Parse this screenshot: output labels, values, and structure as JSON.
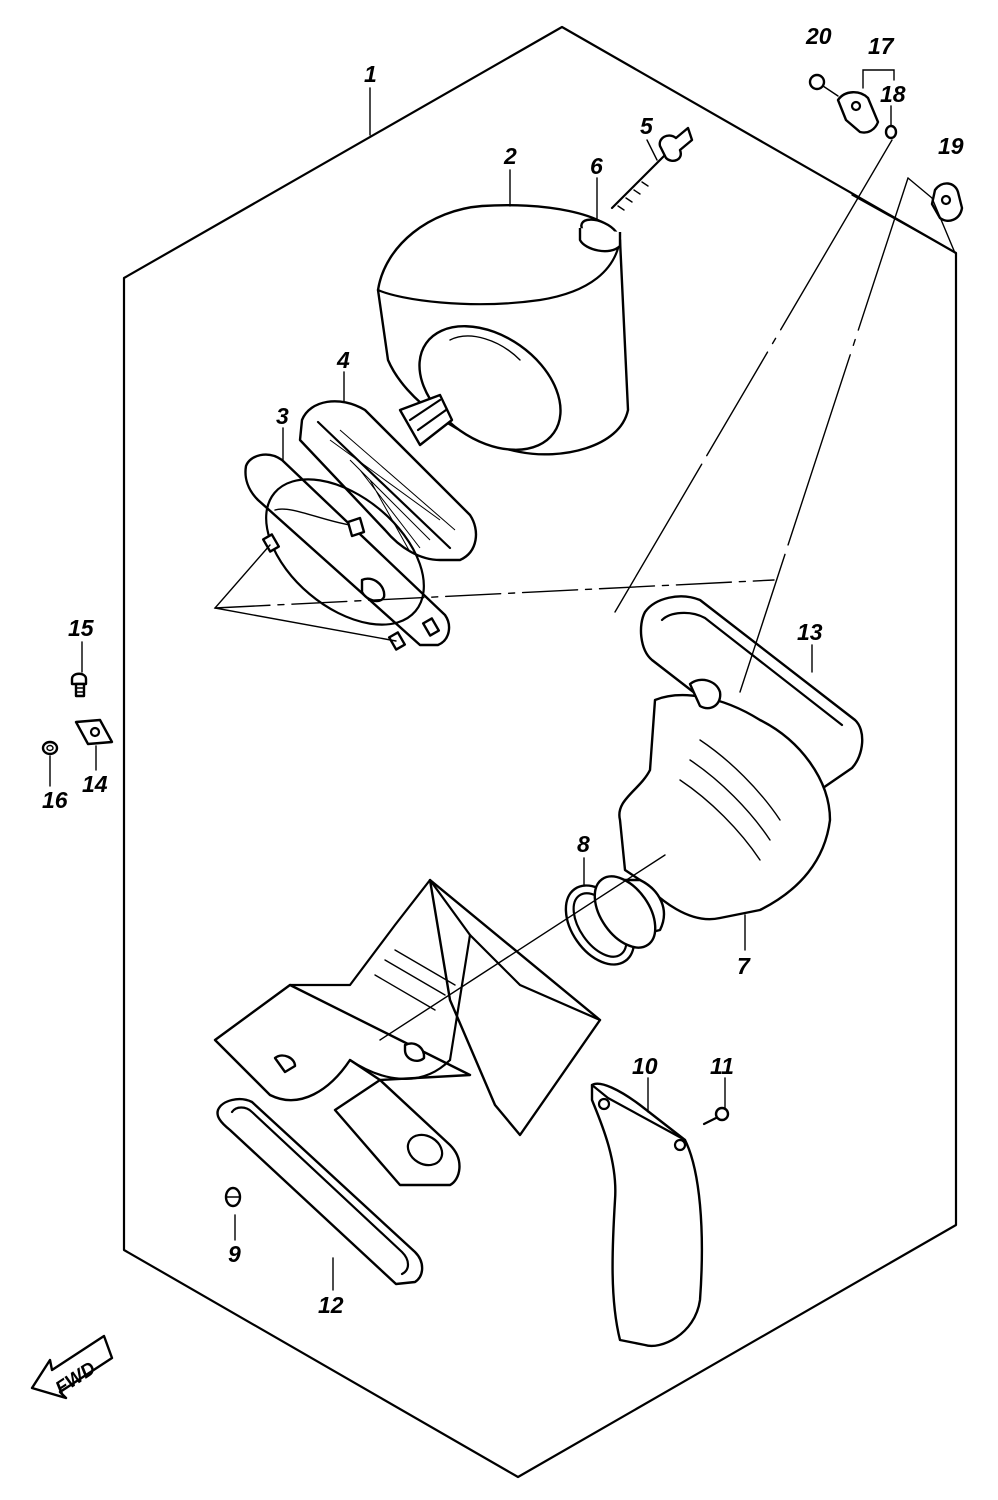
{
  "labels": {
    "p1": "1",
    "p2": "2",
    "p3": "3",
    "p4": "4",
    "p5": "5",
    "p6": "6",
    "p7": "7",
    "p8": "8",
    "p9": "9",
    "p10": "10",
    "p11": "11",
    "p12": "12",
    "p13": "13",
    "p14": "14",
    "p15": "15",
    "p16": "16",
    "p17": "17",
    "p18": "18",
    "p19": "19",
    "p20": "20"
  },
  "direction_arrow": {
    "text": "FWD",
    "icon": "fwd-arrow-icon"
  },
  "colors": {
    "line": "#000000",
    "background": "#ffffff"
  }
}
